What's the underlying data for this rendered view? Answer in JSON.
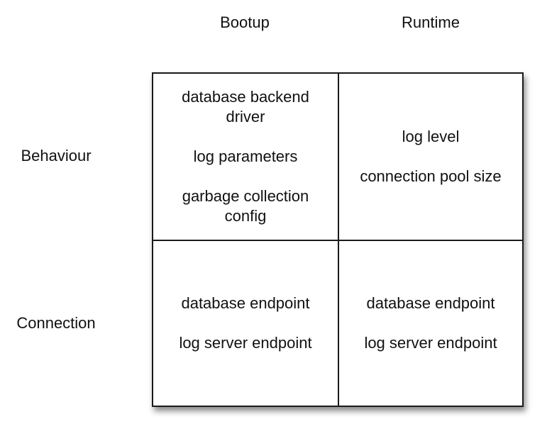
{
  "columns": [
    "Bootup",
    "Runtime"
  ],
  "rows": [
    "Behaviour",
    "Connection"
  ],
  "cells": {
    "behaviour_bootup": [
      "database backend driver",
      "log parameters",
      "garbage collection config"
    ],
    "behaviour_runtime": [
      "log level",
      "connection pool size"
    ],
    "connection_bootup": [
      "database endpoint",
      "log server endpoint"
    ],
    "connection_runtime": [
      "database endpoint",
      "log server endpoint"
    ]
  }
}
